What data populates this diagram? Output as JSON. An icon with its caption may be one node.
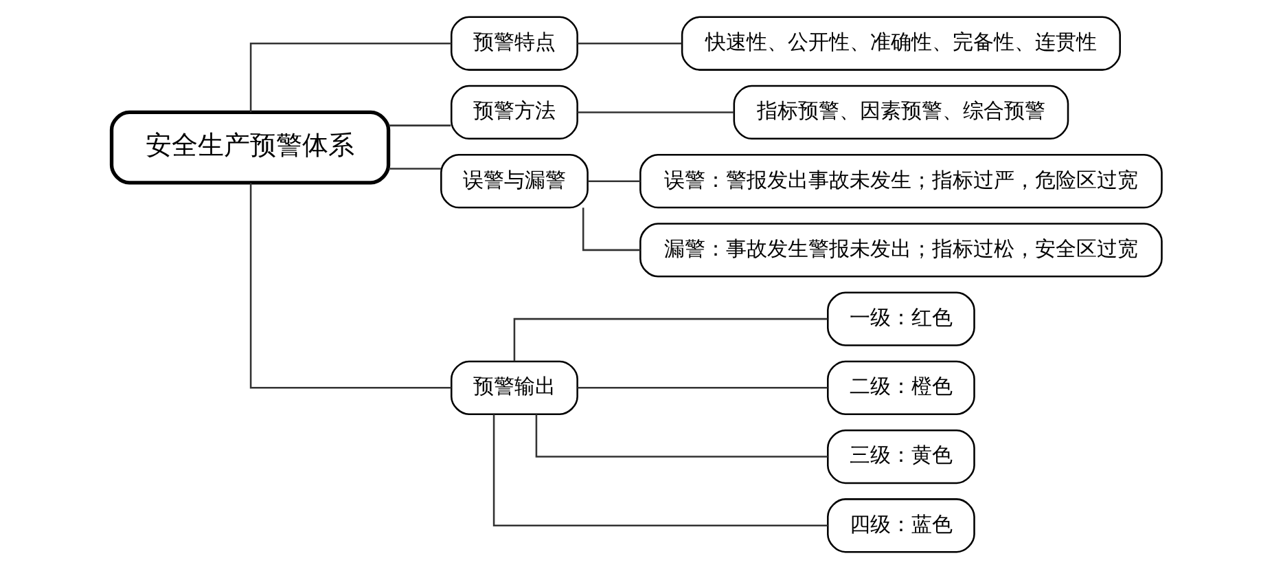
{
  "diagram": {
    "nodes": [
      {
        "text": [
          "安全生产预警体系"
        ]
      },
      {
        "text": [
          "预警特点"
        ]
      },
      {
        "text": [
          "快速性、公开性、准确性、完备性、连贯性"
        ]
      },
      {
        "text": [
          "预警方法"
        ]
      },
      {
        "text": [
          "指标预警、因素预警、综合预警"
        ]
      },
      {
        "text": [
          "误警与漏警"
        ]
      },
      {
        "text": [
          "误警：警报发出事故未发生；指标过严，危险区过宽"
        ]
      },
      {
        "text": [
          "漏警：事故发生警报未发出；指标过松，安全区过宽"
        ]
      },
      {
        "text": [
          "预警输出"
        ]
      },
      {
        "text": [
          "一级：红色"
        ]
      },
      {
        "text": [
          "二级：橙色"
        ]
      },
      {
        "text": [
          "三级：黄色"
        ]
      },
      {
        "text": [
          "四级：蓝色"
        ]
      }
    ],
    "edges": [
      {
        "from": 0,
        "to": 1,
        "arrow": "none"
      },
      {
        "from": 0,
        "to": 3,
        "arrow": "none"
      },
      {
        "from": 0,
        "to": 5,
        "arrow": "none"
      },
      {
        "from": 0,
        "to": 8,
        "arrow": "none"
      },
      {
        "from": 1,
        "to": 2,
        "arrow": "none"
      },
      {
        "from": 3,
        "to": 4,
        "arrow": "none"
      },
      {
        "from": 5,
        "to": 6,
        "arrow": "none"
      },
      {
        "from": 5,
        "to": 7,
        "arrow": "none"
      },
      {
        "from": 8,
        "to": 9,
        "arrow": "none"
      },
      {
        "from": 8,
        "to": 10,
        "arrow": "none"
      },
      {
        "from": 8,
        "to": 11,
        "arrow": "none"
      },
      {
        "from": 8,
        "to": 12,
        "arrow": "none"
      }
    ]
  }
}
